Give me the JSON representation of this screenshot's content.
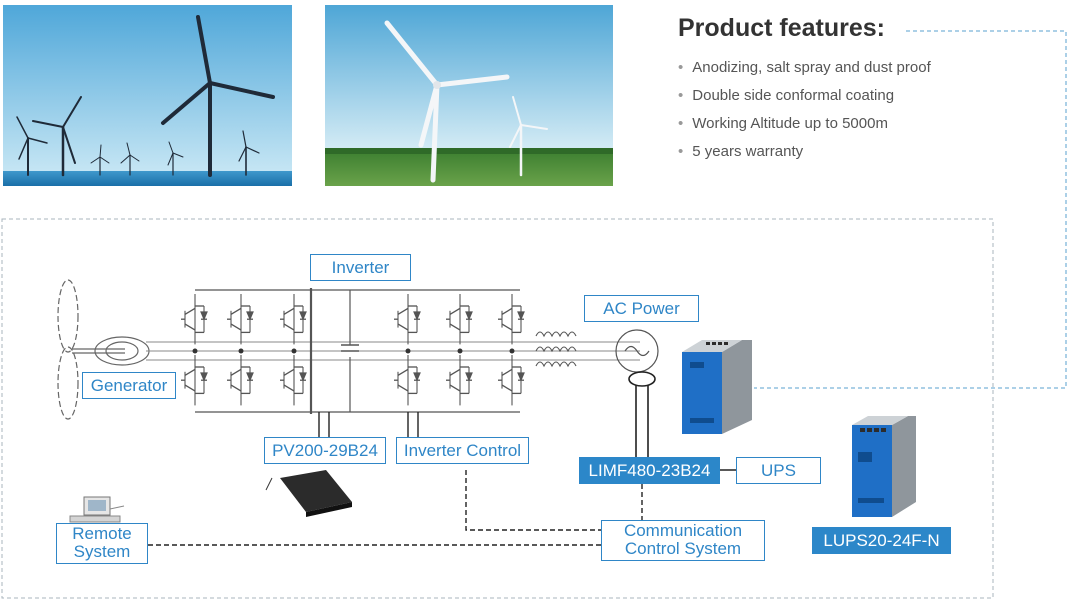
{
  "features": {
    "title": "Product features:",
    "items": [
      "Anodizing, salt spray and dust proof",
      "Double side conformal coating",
      "Working Altitude up to 5000m",
      "5 years warranty"
    ]
  },
  "labels": {
    "inverter": "Inverter",
    "ac_power": "AC Power",
    "generator": "Generator",
    "pv200": "PV200-29B24",
    "inverter_control": "Inverter Control",
    "limf480": "LIMF480-23B24",
    "ups": "UPS",
    "remote_line1": "Remote",
    "remote_line2": "System",
    "comm_line1": "Communication",
    "comm_line2": "Control  System",
    "lups20": "LUPS20-24F-N"
  },
  "colors": {
    "accent": "#2c87c9",
    "dashed_frame": "#aab4bd",
    "sky": "#8ccbea",
    "sea": "#1e7cb8",
    "grass": "#3f8a2f"
  },
  "icons": [
    "wind-turbine-blade-icon",
    "generator-icon",
    "igbt-switch-icon",
    "capacitor-icon",
    "inductor-icon",
    "ac-source-icon",
    "current-transformer-icon",
    "computer-icon",
    "power-supply-icon"
  ]
}
